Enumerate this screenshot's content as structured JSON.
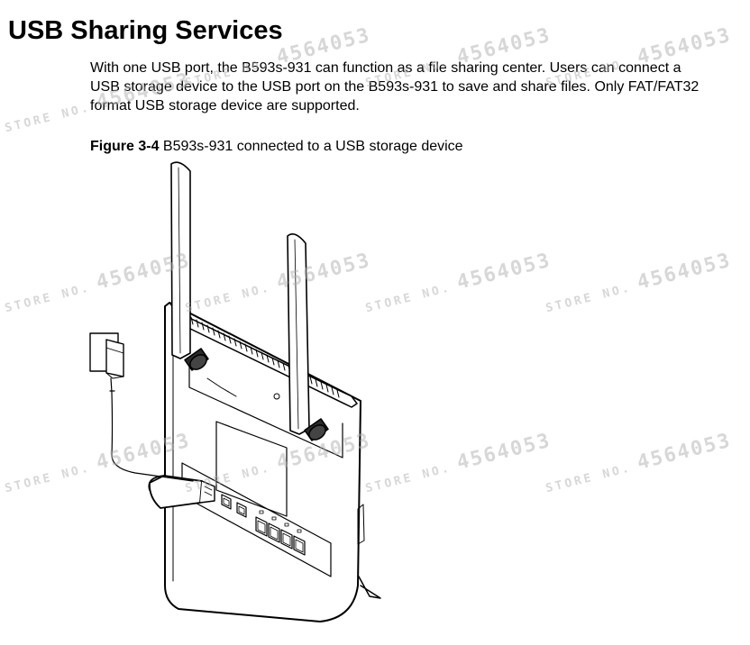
{
  "page": {
    "title": "USB Sharing Services",
    "paragraph": "With one USB port, the B593s-931 can function as a file sharing center. Users can connect a USB storage device to the USB port on the B593s-931 to save and share files. Only FAT/FAT32 format USB storage device are supported.",
    "figure_number": "Figure 3-4",
    "figure_caption": "B593s-931 connected to a USB storage device"
  },
  "watermark": {
    "store_text": "STORE NO.",
    "number": "4564053",
    "color": "#afafaf"
  },
  "icons": [
    "router-illustration",
    "usb-flash-drive",
    "power-adapter",
    "antenna"
  ]
}
